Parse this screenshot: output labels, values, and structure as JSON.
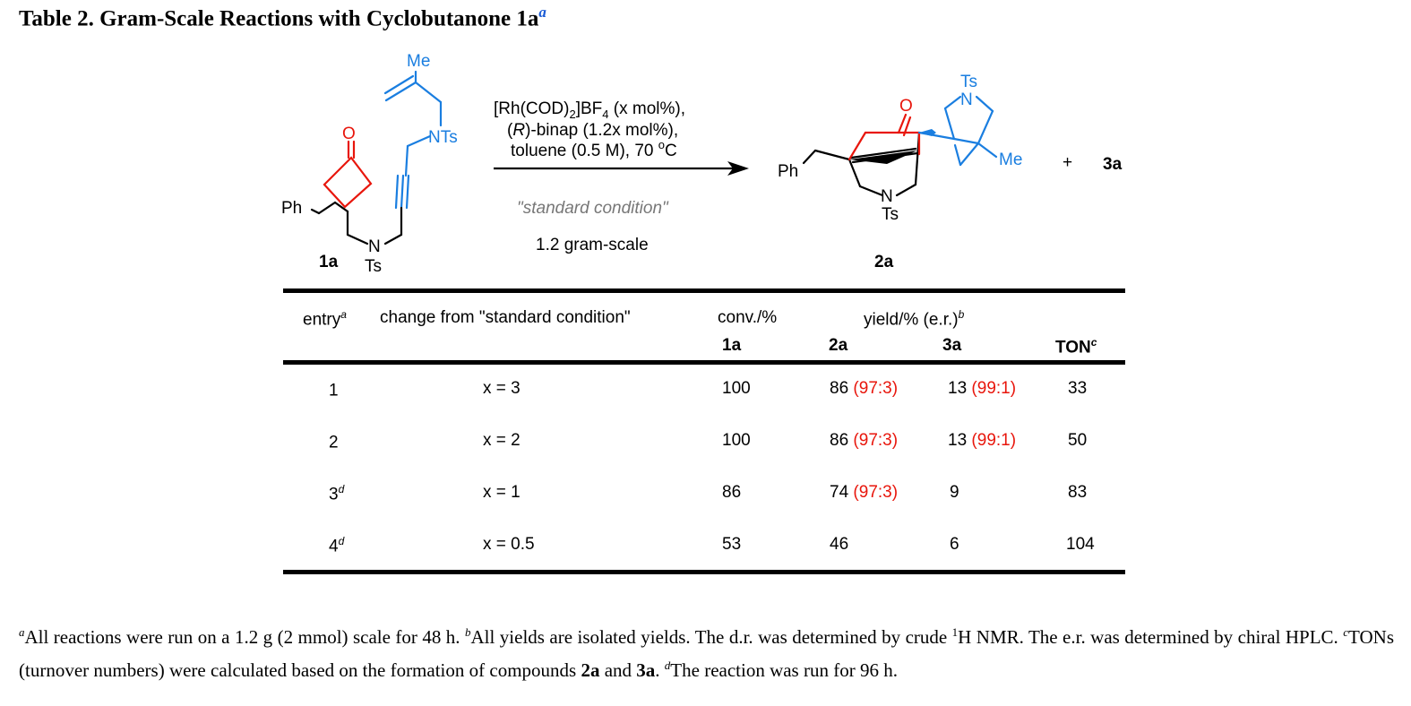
{
  "title": {
    "text": "Table 2. Gram-Scale Reactions with Cyclobutanone 1a",
    "sup": "a"
  },
  "scheme": {
    "reagent_line1_a": "[Rh(COD)",
    "reagent_line1_sub1": "2",
    "reagent_line1_b": "]BF",
    "reagent_line1_sub2": "4",
    "reagent_line1_c": " (x mol%),",
    "reagent_line2_a": "(",
    "reagent_line2_r": "R",
    "reagent_line2_b": ")-binap (1.2x mol%),",
    "reagent_line3_a": "toluene (0.5 M), 70 ",
    "reagent_line3_deg": "o",
    "reagent_line3_b": "C",
    "condition_label": "\"standard condition\"",
    "scale_label": "1.2 gram-scale",
    "sm_label": "1a",
    "product_label": "2a",
    "plus": "+",
    "byproduct": "3a",
    "atoms": {
      "me": "Me",
      "nts": "NTs",
      "o": "O",
      "ph": "Ph",
      "n": "N",
      "ts": "Ts"
    }
  },
  "table": {
    "headers": {
      "entry": "entry",
      "entry_sup": "a",
      "change": "change from \"standard condition\"",
      "conv": "conv./%",
      "yield": "yield/% (e.r.)",
      "yield_sup": "b",
      "conv_sub": "1a",
      "yield_sub_2a": "2a",
      "yield_sub_3a": "3a",
      "ton": "TON",
      "ton_sup": "c"
    },
    "rows": [
      {
        "entry": "1",
        "entry_sup": "",
        "change": "x = 3",
        "conv": "100",
        "y2a": "86",
        "er2a": "(97:3)",
        "y3a": "13",
        "er3a": "(99:1)",
        "ton": "33"
      },
      {
        "entry": "2",
        "entry_sup": "",
        "change": "x = 2",
        "conv": "100",
        "y2a": "86",
        "er2a": "(97:3)",
        "y3a": "13",
        "er3a": "(99:1)",
        "ton": "50"
      },
      {
        "entry": "3",
        "entry_sup": "d",
        "change": "x = 1",
        "conv": "86",
        "y2a": "74",
        "er2a": "(97:3)",
        "y3a": "9",
        "er3a": "",
        "ton": "83"
      },
      {
        "entry": "4",
        "entry_sup": "d",
        "change": "x = 0.5",
        "conv": "53",
        "y2a": "46",
        "er2a": "",
        "y3a": "6",
        "er3a": "",
        "ton": "104"
      }
    ]
  },
  "footnotes": {
    "a_mark": "a",
    "a_text": "All reactions were run on a 1.2 g (2 mmol) scale for 48 h. ",
    "b_mark": "b",
    "b_text1": "All yields are isolated yields. The d.r. was determined by crude ",
    "b_iso": "1",
    "b_text2": "H NMR. The e.r. was determined by chiral HPLC. ",
    "c_mark": "c",
    "c_text1": "TONs (turnover numbers) were calculated based on the formation of compounds ",
    "c_bold1": "2a",
    "c_and": " and ",
    "c_bold2": "3a",
    "c_end": ". ",
    "d_mark": "d",
    "d_text": "The reaction was run for 96 h."
  },
  "colors": {
    "red_bonds": "#e8160c",
    "blue_bonds": "#1a7ee0",
    "er_red": "#e8160c",
    "black": "#000000",
    "gray": "#777777"
  }
}
